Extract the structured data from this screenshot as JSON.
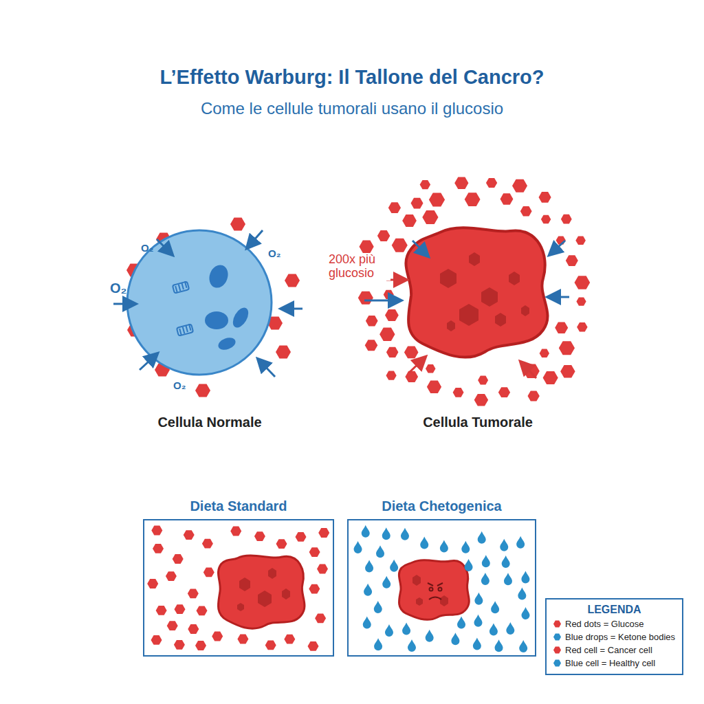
{
  "diagram": {
    "title": "L’Effetto Warburg: Il Tallone del Cancro?",
    "nodes": [
      {
        "text": [
          "Dieta Standard"
        ]
      },
      {
        "text": [
          "Dieta Chetogenica"
        ]
      }
    ],
    "labels": [
      "Come le cellule tumorali usano il glucosio",
      "O₂",
      "O₂",
      "O₂",
      "O₂",
      "200x più glucosio",
      "Cellula Normale",
      "Cellula Tumorale",
      "LEGENDA"
    ],
    "legend": [
      {
        "text": "Red dots = Glucose",
        "color": "#e03c3c"
      },
      {
        "text": "Blue drops = Ketone bodies",
        "color": "#2a8fc9"
      },
      {
        "text": "Red cell = Cancer cell",
        "color": "#e03c3c"
      },
      {
        "text": "Blue cell = Healthy cell",
        "color": "#2a8fc9"
      }
    ]
  }
}
